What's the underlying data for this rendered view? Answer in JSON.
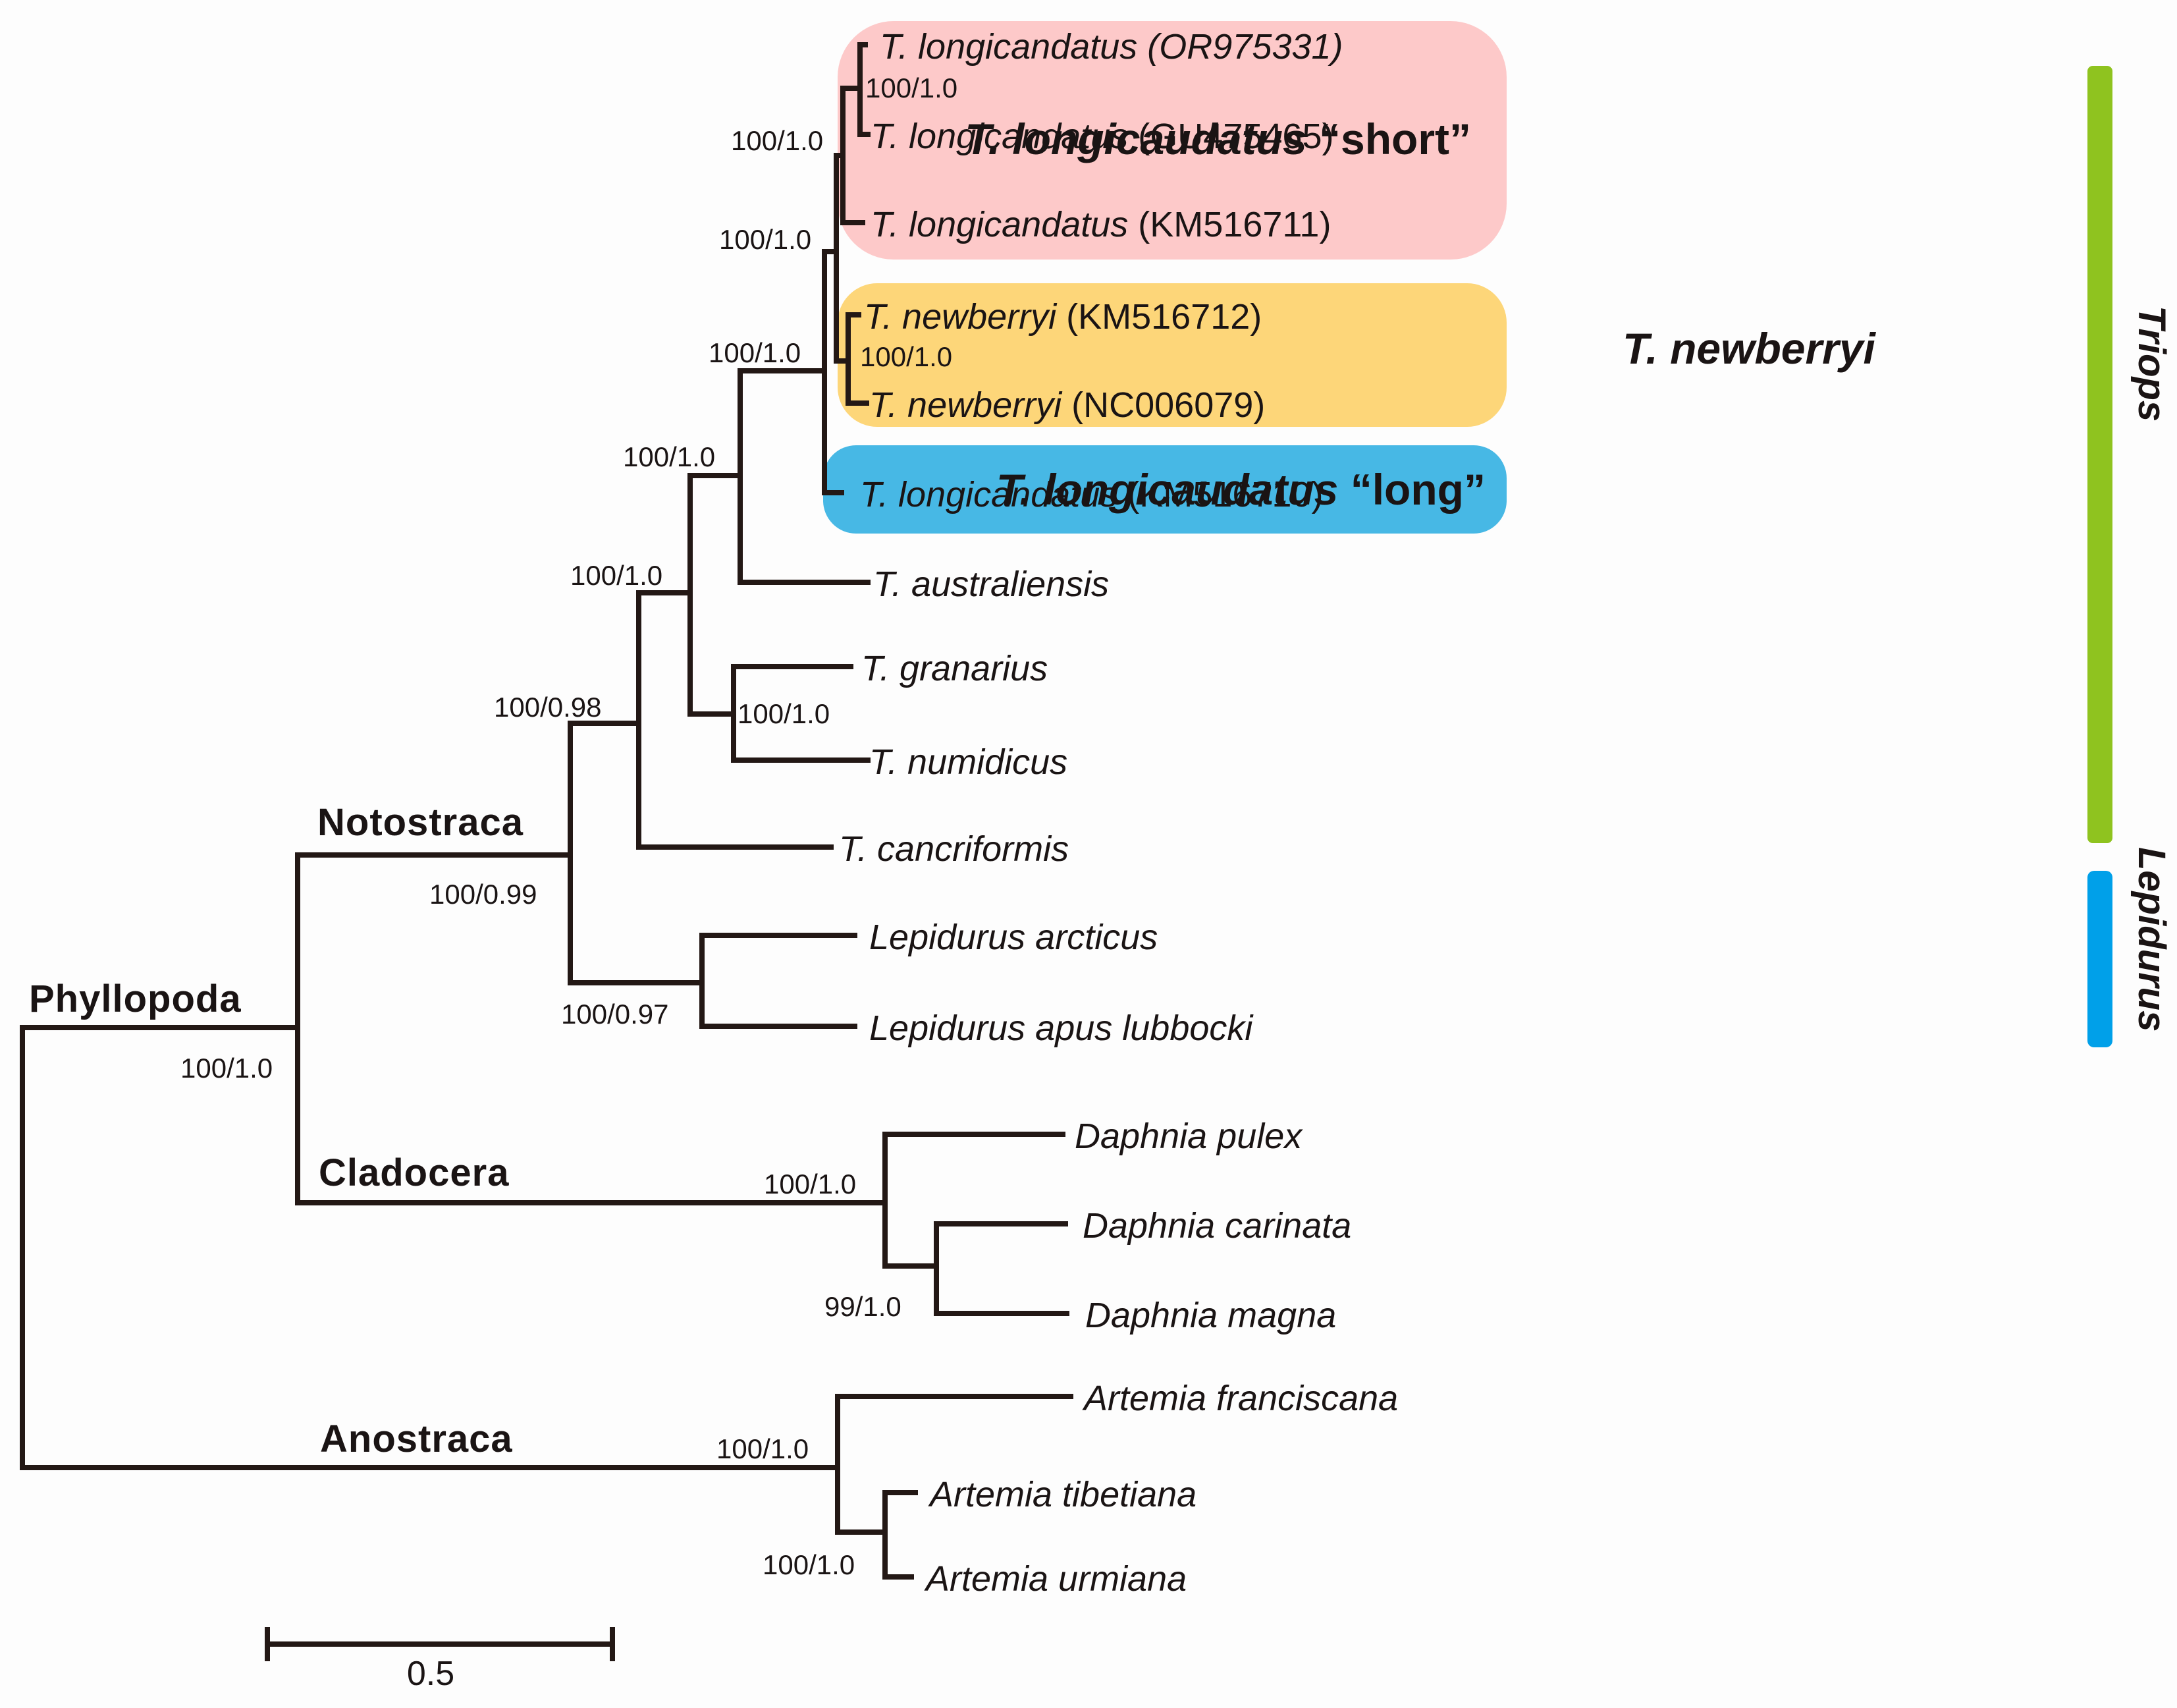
{
  "colors": {
    "branch": "#231815",
    "short_highlight": "#fdc9c9",
    "newberryi_highlight": "#fdd679",
    "long_highlight": "#47b8e5",
    "triops_bar": "#8fc31f",
    "lepidurus_bar": "#00a0e9"
  },
  "tips": [
    {
      "id": "t1",
      "taxon": "T. longicandatus",
      "accession": " (OR975331)"
    },
    {
      "id": "t2",
      "taxon": "T. longicandatus",
      "accession": " (GU475465)"
    },
    {
      "id": "t3",
      "taxon": "T. longicandatus",
      "accession": " (KM516711)"
    },
    {
      "id": "t4",
      "taxon": "T. newberryi",
      "accession": " (KM516712)"
    },
    {
      "id": "t5",
      "taxon": "T. newberryi",
      "accession": " (NC006079)"
    },
    {
      "id": "t6",
      "taxon": "T. longicandatus",
      "accession": " (KM516710)"
    },
    {
      "id": "t7",
      "taxon": "T. australiensis",
      "accession": ""
    },
    {
      "id": "t8",
      "taxon": "T. granarius",
      "accession": ""
    },
    {
      "id": "t9",
      "taxon": "T. numidicus",
      "accession": ""
    },
    {
      "id": "t10",
      "taxon": "T. cancriformis",
      "accession": ""
    },
    {
      "id": "t11",
      "taxon": "Lepidurus arcticus",
      "accession": ""
    },
    {
      "id": "t12",
      "taxon": "Lepidurus apus lubbocki",
      "accession": ""
    },
    {
      "id": "t13",
      "taxon": "Daphnia pulex",
      "accession": ""
    },
    {
      "id": "t14",
      "taxon": "Daphnia carinata",
      "accession": ""
    },
    {
      "id": "t15",
      "taxon": "Daphnia magna",
      "accession": ""
    },
    {
      "id": "t16",
      "taxon": "Artemia franciscana",
      "accession": ""
    },
    {
      "id": "t17",
      "taxon": "Artemia tibetiana",
      "accession": ""
    },
    {
      "id": "t18",
      "taxon": "Artemia urmiana",
      "accession": ""
    }
  ],
  "supports": [
    {
      "id": "s1",
      "value": "100/1.0"
    },
    {
      "id": "s2",
      "value": "100/1.0"
    },
    {
      "id": "s3",
      "value": "100/1.0"
    },
    {
      "id": "s4",
      "value": "100/1.0"
    },
    {
      "id": "s5",
      "value": "100/1.0"
    },
    {
      "id": "s6",
      "value": "100/1.0"
    },
    {
      "id": "s7",
      "value": "100/1.0"
    },
    {
      "id": "s8",
      "value": "100/1.0"
    },
    {
      "id": "s9",
      "value": "100/0.98"
    },
    {
      "id": "s10",
      "value": "100/0.99"
    },
    {
      "id": "s11",
      "value": "100/0.97"
    },
    {
      "id": "s12",
      "value": "100/1.0"
    },
    {
      "id": "s13",
      "value": "100/1.0"
    },
    {
      "id": "s14",
      "value": "99/1.0"
    },
    {
      "id": "s15",
      "value": "100/1.0"
    },
    {
      "id": "s16",
      "value": "100/1.0"
    }
  ],
  "groups": {
    "phyllopoda": "Phyllopoda",
    "notostraca": "Notostraca",
    "cladocera": "Cladocera",
    "anostraca": "Anostraca"
  },
  "clades": {
    "short_taxon": "T. longicaudatus",
    "short_suffix": " “short”",
    "newberryi": "T. newberryi",
    "long_taxon": "T. longicaudatus",
    "long_suffix": " “long”"
  },
  "genera": {
    "triops": "Triops",
    "lepidurus": "Lepidurus"
  },
  "scale_bar": {
    "value": 0.5,
    "label": "0.5"
  }
}
